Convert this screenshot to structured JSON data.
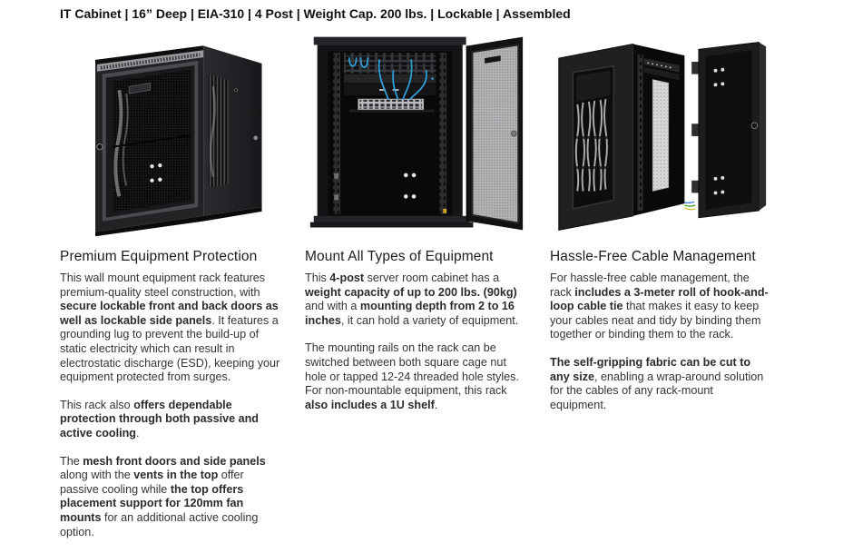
{
  "header": {
    "title": "IT Cabinet | 16” Deep | EIA-310 | 4 Post | Weight Cap. 200 lbs. | Lockable | Assembled"
  },
  "colors": {
    "cabinet_black": "#1b1b1d",
    "mesh_door_gray": "#b1b3b5",
    "cable_blue": "#2f9fd8",
    "body_text": "#333333",
    "title_text": "#0f1111"
  },
  "columns": [
    {
      "image_alt": "Wall-mount server cabinet, closed, three-quarter view with mesh front door and vented side panel",
      "heading": "Premium Equipment Protection",
      "paragraphs": [
        [
          {
            "t": "This wall mount equipment rack features premium-quality steel construction, with ",
            "b": false
          },
          {
            "t": "secure lockable front and back doors as well as lockable side panels",
            "b": true
          },
          {
            "t": ". It features a grounding lug to prevent the build-up of static electricity which can result in electrostatic discharge (ESD), keeping your equipment protected from surges.",
            "b": false
          }
        ],
        [
          {
            "t": "This rack also ",
            "b": false
          },
          {
            "t": "offers dependable protection through both passive and active cooling",
            "b": true
          },
          {
            "t": ".",
            "b": false
          }
        ],
        [
          {
            "t": "The ",
            "b": false
          },
          {
            "t": "mesh front doors and side panels",
            "b": true
          },
          {
            "t": " along with the ",
            "b": false
          },
          {
            "t": "vents in the top",
            "b": true
          },
          {
            "t": " offer passive cooling while ",
            "b": false
          },
          {
            "t": "the top offers placement support for 120mm fan mounts",
            "b": true
          },
          {
            "t": " for an additional active cooling option.",
            "b": false
          }
        ]
      ]
    },
    {
      "image_alt": "Cabinet with mesh front door open showing patch panels, network switch and blue patch cables",
      "heading": "Mount All Types of Equipment",
      "paragraphs": [
        [
          {
            "t": "This ",
            "b": false
          },
          {
            "t": "4-post",
            "b": true
          },
          {
            "t": " server room cabinet has a ",
            "b": false
          },
          {
            "t": "weight capacity of up to 200 lbs. (90kg)",
            "b": true
          },
          {
            "t": " and with a ",
            "b": false
          },
          {
            "t": "mounting depth from 2 to 16 inches",
            "b": true
          },
          {
            "t": ", it can hold a variety of equipment.",
            "b": false
          }
        ],
        [
          {
            "t": "The mounting rails on the rack can be switched between both square cage nut hole or tapped 12-24 threaded hole styles. For non-mountable equipment, this rack ",
            "b": false
          },
          {
            "t": "also includes a 1U shelf",
            "b": true
          },
          {
            "t": ".",
            "b": false
          }
        ]
      ]
    },
    {
      "image_alt": "Cabinet side view with cable pass-through window, hook-and-loop cable roll inside and rear door open",
      "heading": "Hassle-Free Cable Management",
      "paragraphs": [
        [
          {
            "t": "For hassle-free cable management, the rack ",
            "b": false
          },
          {
            "t": "includes a 3-meter roll of hook-and-loop cable tie",
            "b": true
          },
          {
            "t": " that makes it easy to keep your cables neat and tidy by binding them together or binding them to the rack.",
            "b": false
          }
        ],
        [
          {
            "t": "The self-gripping fabric can be cut to any size",
            "b": true
          },
          {
            "t": ", enabling a wrap-around solution for the cables of any rack-mount equipment.",
            "b": false
          }
        ]
      ]
    }
  ]
}
